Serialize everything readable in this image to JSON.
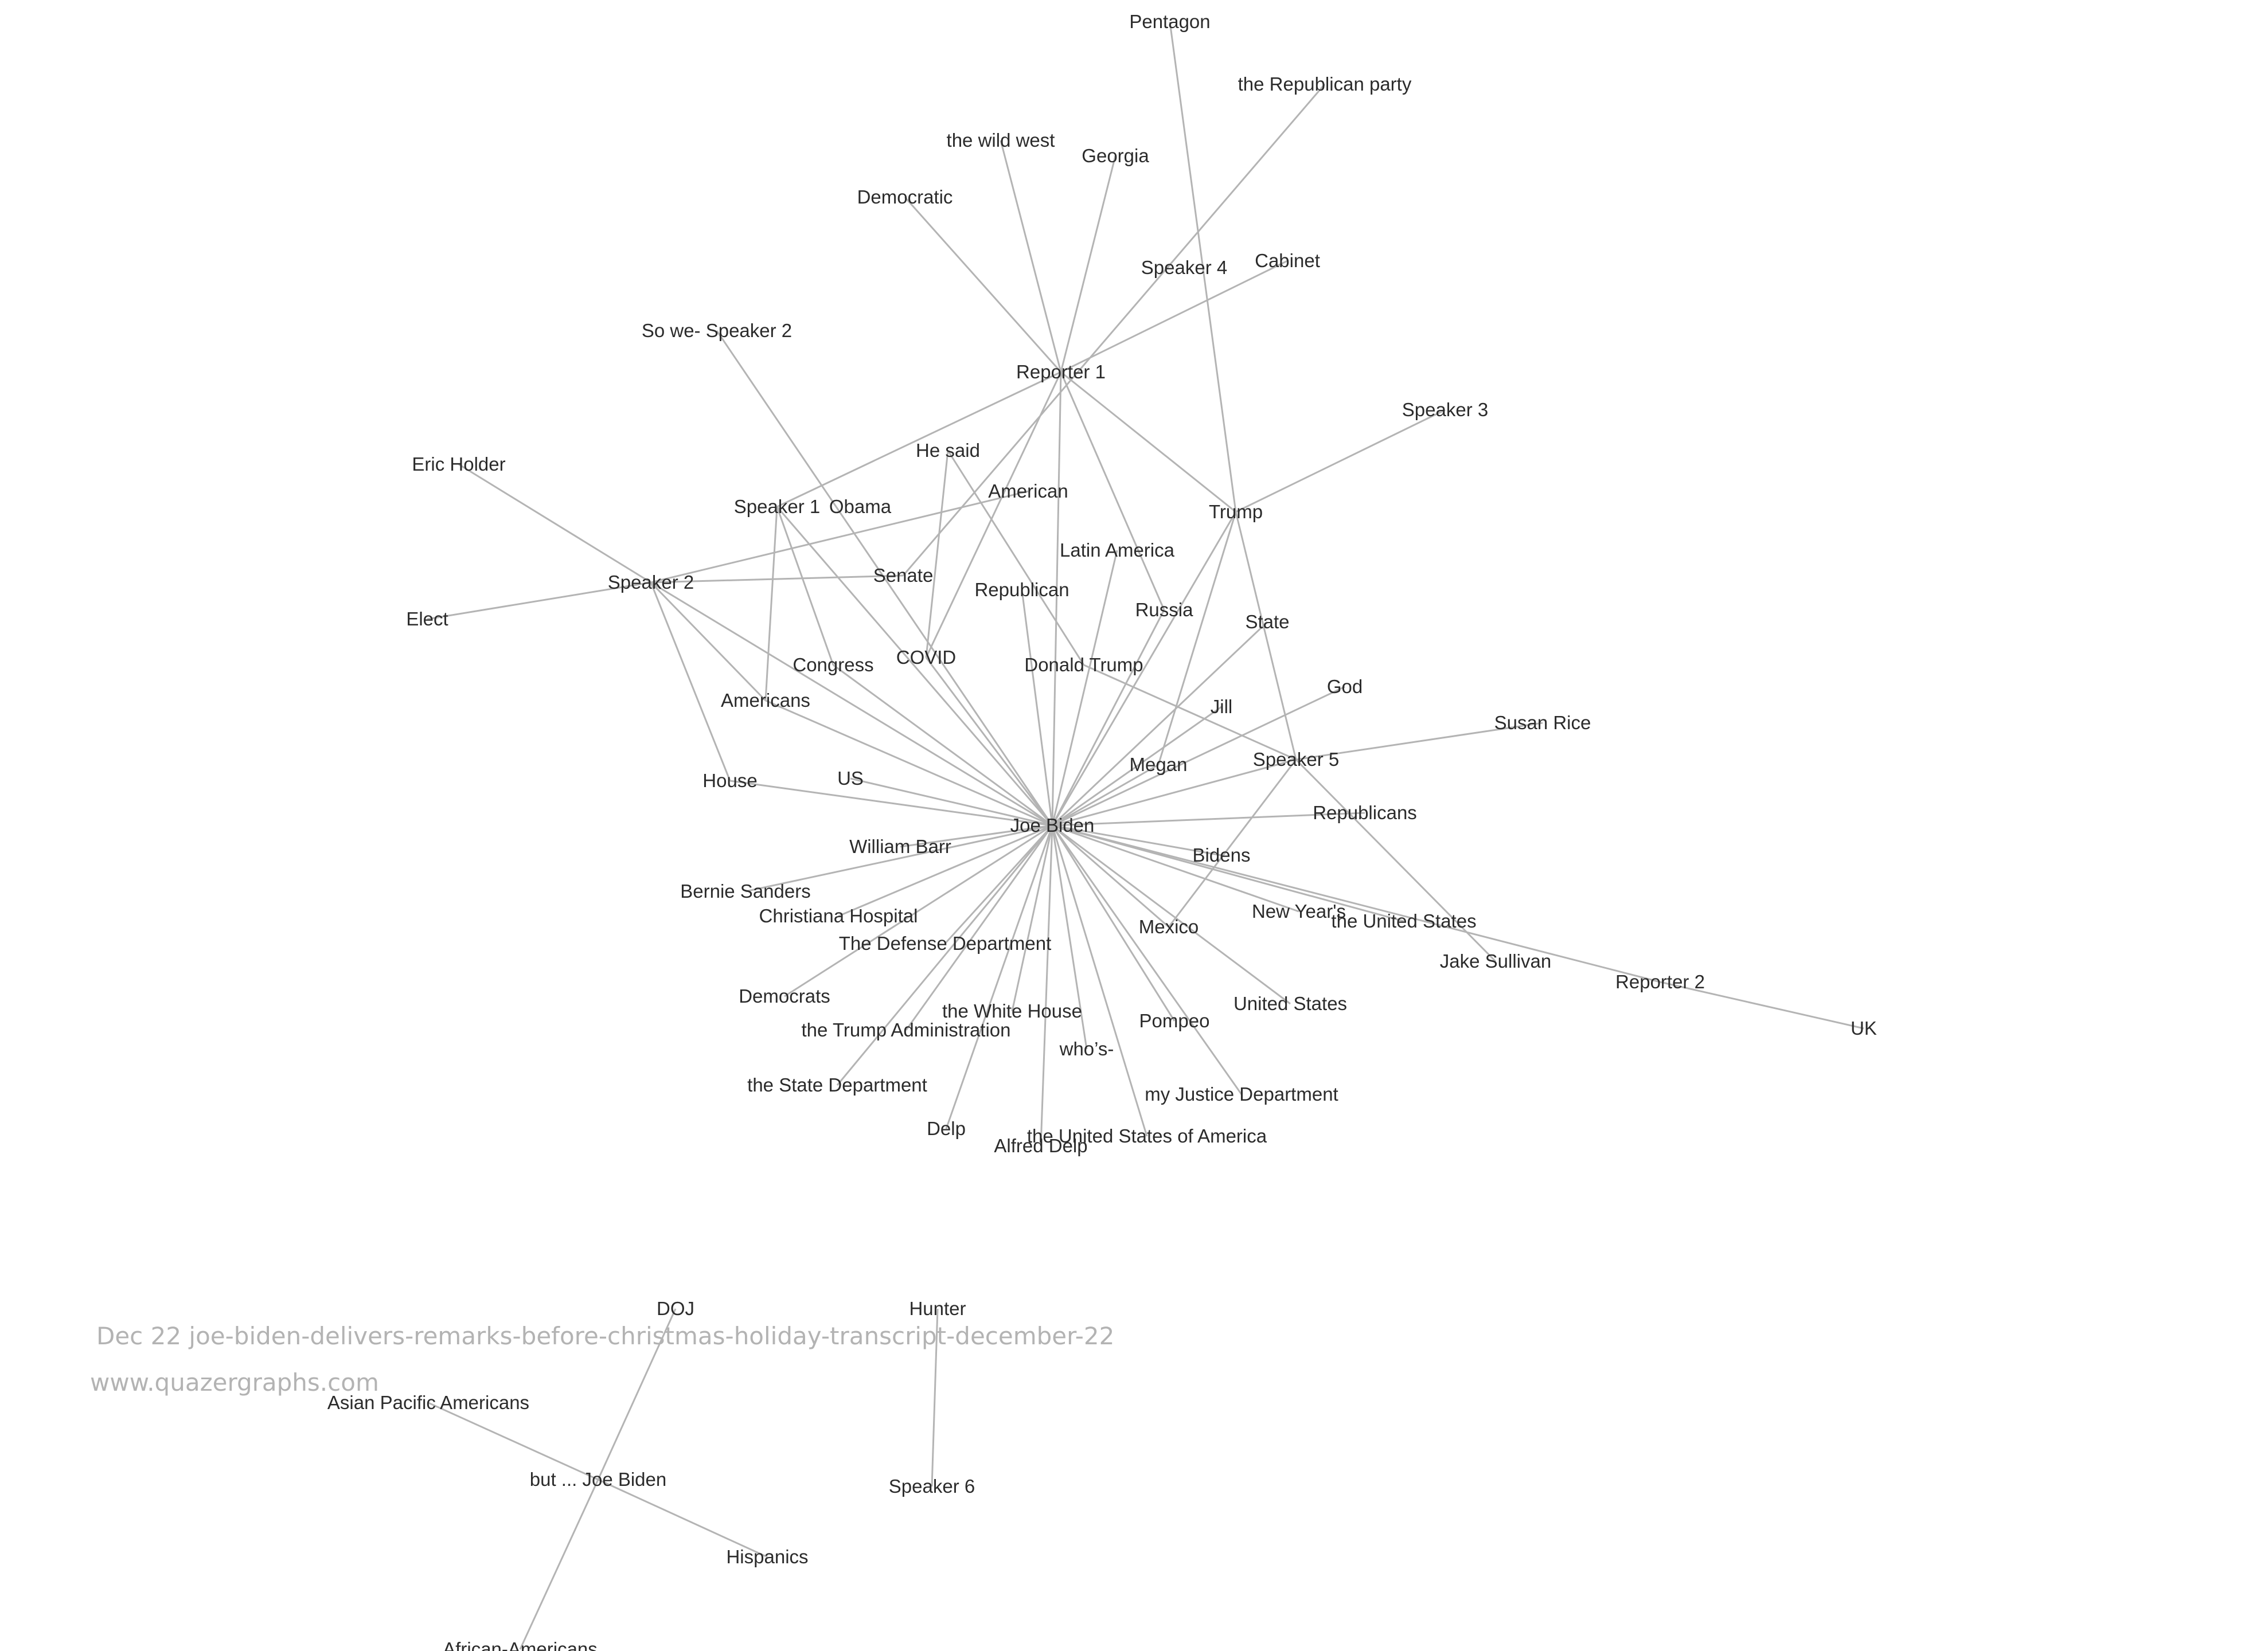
{
  "caption": {
    "title": "Dec 22 joe-biden-delivers-remarks-before-christmas-holiday-transcript-december-22",
    "site": "www.quazergraphs.com"
  },
  "graph": {
    "nodes": [
      {
        "id": "pentagon",
        "label": "Pentagon"
      },
      {
        "id": "the-republican-party",
        "label": "the Republican party"
      },
      {
        "id": "the-wild-west",
        "label": "the wild west"
      },
      {
        "id": "georgia",
        "label": "Georgia"
      },
      {
        "id": "democratic",
        "label": "Democratic"
      },
      {
        "id": "speaker-4",
        "label": "Speaker 4"
      },
      {
        "id": "cabinet",
        "label": "Cabinet"
      },
      {
        "id": "so-we-speaker-2",
        "label": "So we- Speaker 2"
      },
      {
        "id": "reporter-1",
        "label": "Reporter 1"
      },
      {
        "id": "speaker-3",
        "label": "Speaker 3"
      },
      {
        "id": "eric-holder",
        "label": "Eric Holder"
      },
      {
        "id": "he-said",
        "label": "He said"
      },
      {
        "id": "american",
        "label": "American"
      },
      {
        "id": "speaker-1",
        "label": "Speaker 1"
      },
      {
        "id": "obama",
        "label": "Obama"
      },
      {
        "id": "trump",
        "label": "Trump"
      },
      {
        "id": "latin-america",
        "label": "Latin America"
      },
      {
        "id": "speaker-2",
        "label": "Speaker 2"
      },
      {
        "id": "senate",
        "label": "Senate"
      },
      {
        "id": "elect",
        "label": "Elect"
      },
      {
        "id": "republican",
        "label": "Republican"
      },
      {
        "id": "russia",
        "label": "Russia"
      },
      {
        "id": "state",
        "label": "State"
      },
      {
        "id": "congress",
        "label": "Congress"
      },
      {
        "id": "covid",
        "label": "COVID"
      },
      {
        "id": "donald-trump",
        "label": "Donald Trump"
      },
      {
        "id": "god",
        "label": "God"
      },
      {
        "id": "americans",
        "label": "Americans"
      },
      {
        "id": "jill",
        "label": "Jill"
      },
      {
        "id": "susan-rice",
        "label": "Susan Rice"
      },
      {
        "id": "speaker-5",
        "label": "Speaker 5"
      },
      {
        "id": "megan",
        "label": "Megan"
      },
      {
        "id": "house",
        "label": "House"
      },
      {
        "id": "us",
        "label": "US"
      },
      {
        "id": "joe-biden",
        "label": "Joe Biden"
      },
      {
        "id": "republicans",
        "label": "Republicans"
      },
      {
        "id": "william-barr",
        "label": "William Barr"
      },
      {
        "id": "bidens",
        "label": "Bidens"
      },
      {
        "id": "bernie-sanders",
        "label": "Bernie Sanders"
      },
      {
        "id": "christiana-hospital",
        "label": "Christiana Hospital"
      },
      {
        "id": "new-years",
        "label": "New Year's"
      },
      {
        "id": "the-united-states",
        "label": "the United States"
      },
      {
        "id": "mexico",
        "label": "Mexico"
      },
      {
        "id": "the-defense-department",
        "label": "The Defense Department"
      },
      {
        "id": "jake-sullivan",
        "label": "Jake Sullivan"
      },
      {
        "id": "reporter-2",
        "label": "Reporter 2"
      },
      {
        "id": "democrats",
        "label": "Democrats"
      },
      {
        "id": "united-states",
        "label": "United States"
      },
      {
        "id": "the-white-house",
        "label": "the White House"
      },
      {
        "id": "pompeo",
        "label": "Pompeo"
      },
      {
        "id": "uk",
        "label": "UK"
      },
      {
        "id": "the-trump-administration",
        "label": "the Trump Administration"
      },
      {
        "id": "whos",
        "label": "who’s-"
      },
      {
        "id": "my-justice-department",
        "label": "my Justice Department"
      },
      {
        "id": "the-state-department",
        "label": "the State Department"
      },
      {
        "id": "delp",
        "label": "Delp"
      },
      {
        "id": "the-united-states-of-america",
        "label": "the United States of America"
      },
      {
        "id": "alfred-delp",
        "label": "Alfred Delp"
      },
      {
        "id": "doj",
        "label": "DOJ"
      },
      {
        "id": "hunter",
        "label": "Hunter"
      },
      {
        "id": "asian-pacific-americans",
        "label": "Asian Pacific Americans"
      },
      {
        "id": "but-joe-biden",
        "label": "but ... Joe Biden"
      },
      {
        "id": "speaker-6",
        "label": "Speaker 6"
      },
      {
        "id": "hispanics",
        "label": "Hispanics"
      },
      {
        "id": "african-americans",
        "label": "African-Americans"
      }
    ],
    "edges": [
      [
        "joe-biden",
        "us"
      ],
      [
        "joe-biden",
        "house"
      ],
      [
        "joe-biden",
        "william-barr"
      ],
      [
        "joe-biden",
        "bernie-sanders"
      ],
      [
        "joe-biden",
        "christiana-hospital"
      ],
      [
        "joe-biden",
        "the-defense-department"
      ],
      [
        "joe-biden",
        "democrats"
      ],
      [
        "joe-biden",
        "the-trump-administration"
      ],
      [
        "joe-biden",
        "the-white-house"
      ],
      [
        "joe-biden",
        "the-state-department"
      ],
      [
        "joe-biden",
        "delp"
      ],
      [
        "joe-biden",
        "alfred-delp"
      ],
      [
        "joe-biden",
        "whos"
      ],
      [
        "joe-biden",
        "the-united-states-of-america"
      ],
      [
        "joe-biden",
        "my-justice-department"
      ],
      [
        "joe-biden",
        "pompeo"
      ],
      [
        "joe-biden",
        "united-states"
      ],
      [
        "joe-biden",
        "mexico"
      ],
      [
        "joe-biden",
        "new-years"
      ],
      [
        "joe-biden",
        "the-united-states"
      ],
      [
        "joe-biden",
        "bidens"
      ],
      [
        "joe-biden",
        "republicans"
      ],
      [
        "joe-biden",
        "reporter-2"
      ],
      [
        "joe-biden",
        "speaker-5"
      ],
      [
        "joe-biden",
        "megan"
      ],
      [
        "joe-biden",
        "jill"
      ],
      [
        "joe-biden",
        "god"
      ],
      [
        "joe-biden",
        "state"
      ],
      [
        "joe-biden",
        "russia"
      ],
      [
        "joe-biden",
        "trump"
      ],
      [
        "joe-biden",
        "latin-america"
      ],
      [
        "joe-biden",
        "reporter-1"
      ],
      [
        "joe-biden",
        "republican"
      ],
      [
        "joe-biden",
        "covid"
      ],
      [
        "joe-biden",
        "congress"
      ],
      [
        "joe-biden",
        "americans"
      ],
      [
        "joe-biden",
        "speaker-2"
      ],
      [
        "joe-biden",
        "speaker-1"
      ],
      [
        "joe-biden",
        "so-we-speaker-2"
      ],
      [
        "reporter-1",
        "democratic"
      ],
      [
        "reporter-1",
        "the-wild-west"
      ],
      [
        "reporter-1",
        "georgia"
      ],
      [
        "reporter-1",
        "cabinet"
      ],
      [
        "reporter-1",
        "trump"
      ],
      [
        "reporter-1",
        "speaker-1"
      ],
      [
        "reporter-1",
        "russia"
      ],
      [
        "reporter-1",
        "covid"
      ],
      [
        "speaker-2",
        "eric-holder"
      ],
      [
        "speaker-2",
        "elect"
      ],
      [
        "speaker-2",
        "senate"
      ],
      [
        "speaker-2",
        "american"
      ],
      [
        "speaker-2",
        "house"
      ],
      [
        "speaker-2",
        "americans"
      ],
      [
        "speaker-1",
        "congress"
      ],
      [
        "speaker-1",
        "americans"
      ],
      [
        "trump",
        "speaker-3"
      ],
      [
        "trump",
        "pentagon"
      ],
      [
        "trump",
        "megan"
      ],
      [
        "trump",
        "speaker-5"
      ],
      [
        "senate",
        "the-republican-party"
      ],
      [
        "he-said",
        "covid"
      ],
      [
        "he-said",
        "donald-trump"
      ],
      [
        "speaker-5",
        "susan-rice"
      ],
      [
        "speaker-5",
        "mexico"
      ],
      [
        "speaker-5",
        "donald-trump"
      ],
      [
        "speaker-5",
        "jake-sullivan"
      ],
      [
        "reporter-2",
        "uk"
      ],
      [
        "but-joe-biden",
        "doj"
      ],
      [
        "but-joe-biden",
        "asian-pacific-americans"
      ],
      [
        "but-joe-biden",
        "hispanics"
      ],
      [
        "but-joe-biden",
        "african-americans"
      ],
      [
        "hunter",
        "speaker-6"
      ]
    ]
  }
}
